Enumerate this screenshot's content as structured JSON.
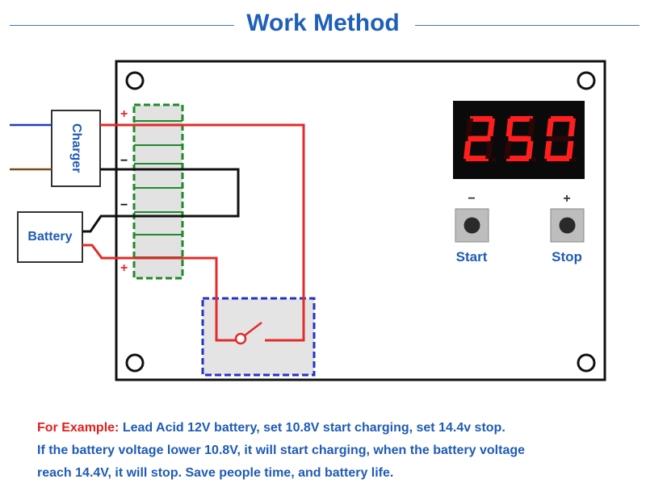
{
  "header": {
    "title": "Work Method"
  },
  "display": {
    "digits": [
      "2",
      "5",
      "0"
    ]
  },
  "labels": {
    "charger": "Charger",
    "battery": "Battery",
    "plus": "+",
    "minus": "−"
  },
  "buttons": {
    "start": {
      "label": "Start",
      "sign": "−"
    },
    "stop": {
      "label": "Stop",
      "sign": "+"
    }
  },
  "note": {
    "example_label": "For Example:",
    "line1": "Lead Acid 12V battery, set 10.8V start charging, set 14.4v stop.",
    "line2": "If the battery voltage lower 10.8V, it will start charging, when the battery voltage",
    "line3": "reach 14.4V, it will stop. Save people time, and battery life."
  },
  "colors": {
    "title_blue": "#1e60b8",
    "wire_red": "#e22b2b",
    "wire_blue": "#1c3fbd",
    "wire_brown": "#7b4a1a",
    "terminal_green": "#1f8a2b",
    "relay_blue": "#2432c8",
    "display_red": "#ff1e1e",
    "display_bg": "#0a0a0a"
  }
}
